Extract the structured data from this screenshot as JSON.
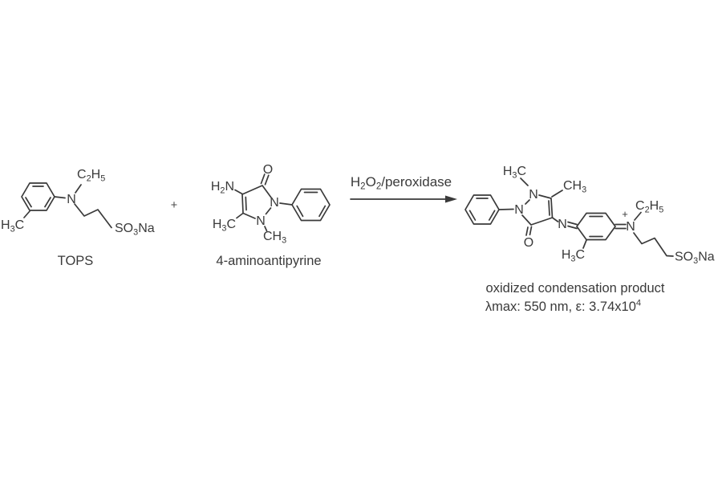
{
  "scheme": {
    "background": "#ffffff",
    "ink": "#3a3a3a",
    "plus": "+",
    "arrow_label": "H_{2}O_{2}/peroxidase",
    "tops": {
      "caption": "TOPS",
      "ethyl": "C_{2}H_{5}",
      "amine_n": "N",
      "aryl_methyl": "H_{3}C",
      "sulfonate": "SO_{3}Na"
    },
    "aap": {
      "caption": "4-aminoantipyrine",
      "carbonyl_o": "O",
      "amino": "H_{2}N",
      "ring_methyl": "H_{3}C",
      "n_phenyl": "N",
      "n_methyl_n": "N",
      "n_methyl": "CH_{3}"
    },
    "product": {
      "caption_line1": "oxidized condensation product",
      "caption_line2": "λmax: 550 nm, ε: 3.74x10^{4}",
      "n_methyl_top": "H_{3}C",
      "n1": "N",
      "n2": "N",
      "c_methyl": "CH_{3}",
      "carbonyl_o": "O",
      "imine_n": "N",
      "quinoid_methyl": "H_{3}C",
      "charge": "+",
      "iminium_n": "N",
      "ethyl": "C_{2}H_{5}",
      "sulfonate": "SO_{3}Na"
    }
  }
}
